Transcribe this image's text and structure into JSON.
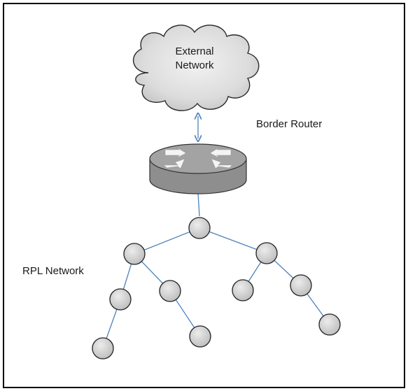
{
  "labels": {
    "cloud_line1": "External",
    "cloud_line2": "Network",
    "border_router": "Border Router",
    "rpl_network": "RPL Network"
  },
  "colors": {
    "link": "#4f81bd",
    "node_fill": "#cfcfcf",
    "node_stroke": "#222222",
    "cloud_fill": "#dcdcdc",
    "router_top": "#a3a3a3",
    "router_side": "#8e8e8e",
    "frame": "#000000"
  },
  "icons": {
    "external_network": "cloud-icon",
    "border_router": "router-icon"
  },
  "rpl_topology": {
    "nodes": [
      "root",
      "n1",
      "n2",
      "n1a",
      "n1b",
      "n2a",
      "n2b",
      "n1a1",
      "n1b1",
      "n2b1"
    ],
    "edges": [
      [
        "border-router",
        "root"
      ],
      [
        "root",
        "n1"
      ],
      [
        "root",
        "n2"
      ],
      [
        "n1",
        "n1a"
      ],
      [
        "n1",
        "n1b"
      ],
      [
        "n2",
        "n2a"
      ],
      [
        "n2",
        "n2b"
      ],
      [
        "n1a",
        "n1a1"
      ],
      [
        "n1b",
        "n1b1"
      ],
      [
        "n2b",
        "n2b1"
      ]
    ],
    "uplink": [
      "external-network",
      "border-router"
    ]
  }
}
